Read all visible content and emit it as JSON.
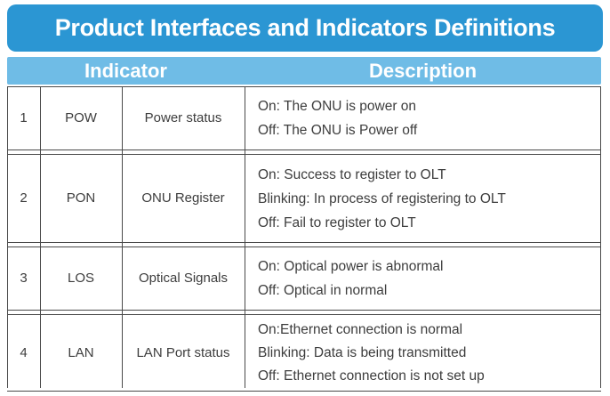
{
  "title": "Product Interfaces and Indicators Definitions",
  "colors": {
    "banner_blue": "#2b96d3",
    "header_blue": "#6fbce6",
    "border_gray": "#4a4a4a",
    "text_gray": "#3d3d3d",
    "title_text": "#ffffff"
  },
  "table": {
    "headers": [
      {
        "label": "Indicator"
      },
      {
        "label": "Description"
      }
    ],
    "rows": [
      {
        "num": "1",
        "abbr": "POW",
        "name": "Power status",
        "desc": [
          "On: The ONU is power on",
          "Off: The ONU is Power off"
        ]
      },
      {
        "num": "2",
        "abbr": "PON",
        "name": "ONU Register",
        "desc": [
          "On: Success to register to OLT",
          "Blinking: In process of registering to OLT",
          "Off: Fail to register to OLT"
        ]
      },
      {
        "num": "3",
        "abbr": "LOS",
        "name": "Optical Signals",
        "desc": [
          "On: Optical power is abnormal",
          "Off: Optical in normal"
        ]
      },
      {
        "num": "4",
        "abbr": "LAN",
        "name": "LAN Port status",
        "desc": [
          "On:Ethernet connection is normal",
          "Blinking: Data is being transmitted",
          "Off: Ethernet connection is not set up"
        ]
      }
    ]
  }
}
